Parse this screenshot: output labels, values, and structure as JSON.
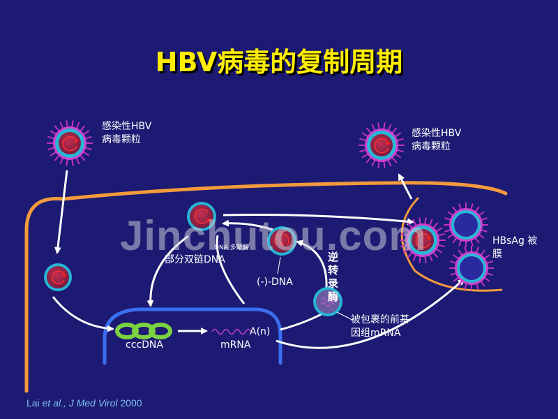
{
  "slide": {
    "title": "HBV病毒的复制周期",
    "watermark": "Jinchutou.com",
    "citation": {
      "authors": "Lai",
      "etal": " et al.,",
      "journal": " J Med Virol",
      "year": " 2000"
    }
  },
  "labels": {
    "infectious_virion_in": [
      "感染性HBV",
      "病毒颗粒"
    ],
    "infectious_virion_out": [
      "感染性HBV",
      "病毒颗粒"
    ],
    "dna_polymerase": "DNA 多聚酶",
    "partial_dsdna": "部分双链DNA",
    "minus_dna": "(-)-DNA",
    "reverse_transcriptase": "逆转录酶",
    "encapsidated_pregenome": [
      "被包裹的前基",
      "因组mRNA"
    ],
    "hbsag_envelope": [
      "HBsAg 被",
      "膜"
    ],
    "cccdna": "cccDNA",
    "mrna": "mRNA",
    "poly_a": "A(n)"
  },
  "colors": {
    "background": "#1c1a72",
    "title": "#ffee00",
    "membrane": "#f39a3c",
    "nucleus": "#3a6ff0",
    "virion_spike": "#c030c8",
    "capsid": "#29b7d6",
    "arrow": "#ffffff",
    "cccdna": "#7bd33f"
  }
}
